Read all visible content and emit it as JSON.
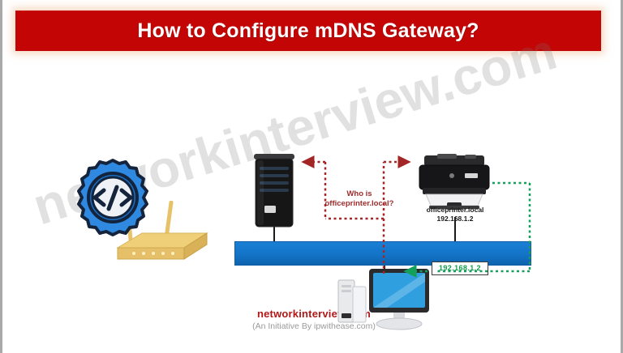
{
  "title": {
    "text": "How to Configure mDNS Gateway?",
    "banner_color": "#c40505",
    "text_color": "#ffffff"
  },
  "watermark": {
    "text": "networkinterview.com"
  },
  "diagram": {
    "type": "network-diagram",
    "network_bar": {
      "label": "",
      "color": "#1374c7"
    },
    "nodes": [
      {
        "id": "mdns-gateway-router",
        "icon": "gear-code-icon",
        "device": "router-icon",
        "label": ""
      },
      {
        "id": "server",
        "icon": "server-icon",
        "label": ""
      },
      {
        "id": "printer",
        "icon": "printer-icon",
        "label_line1": "officeprinter.local",
        "label_line2": "192.168.1.2"
      },
      {
        "id": "client-pc",
        "icon": "desktop-computer-icon",
        "label": ""
      }
    ],
    "query_label": {
      "line1": "Who is",
      "line2": "officeprinter.local?",
      "color": "#9e2b2b"
    },
    "response_box": {
      "value": "192.168.1.2",
      "color": "#0f9e4a"
    },
    "flows": [
      {
        "name": "mdns-query-flow",
        "style": "dotted",
        "color": "#a32626",
        "description": "query from client to printer"
      },
      {
        "name": "mdns-response-flow",
        "style": "dotted",
        "color": "#14a05a",
        "description": "response from printer to client"
      }
    ]
  },
  "footer": {
    "site": "networkinterview.com",
    "subtitle": "(An Initiative By ipwithease.com)"
  }
}
